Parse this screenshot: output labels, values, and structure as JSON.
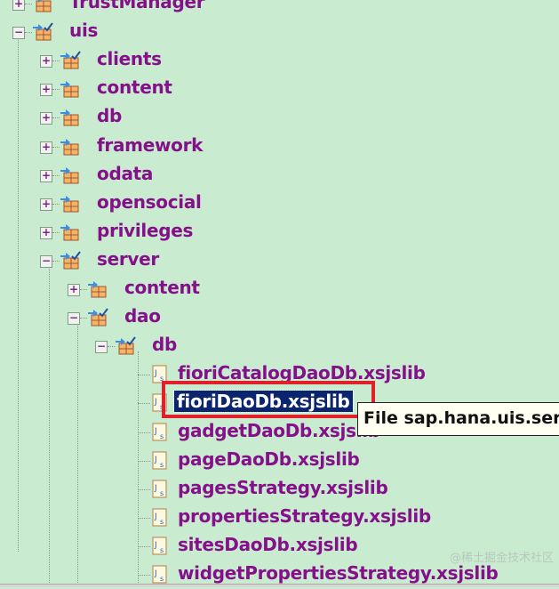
{
  "tree": [
    {
      "label": "TrustManager",
      "level": 0,
      "type": "folder",
      "state": "collapsed",
      "checked": false,
      "clipped": true
    },
    {
      "label": "uis",
      "level": 0,
      "type": "folder",
      "state": "expanded",
      "checked": true
    },
    {
      "label": "clients",
      "level": 1,
      "type": "folder",
      "state": "collapsed",
      "checked": true
    },
    {
      "label": "content",
      "level": 1,
      "type": "folder",
      "state": "collapsed",
      "checked": false
    },
    {
      "label": "db",
      "level": 1,
      "type": "folder",
      "state": "collapsed",
      "checked": false
    },
    {
      "label": "framework",
      "level": 1,
      "type": "folder",
      "state": "collapsed",
      "checked": false
    },
    {
      "label": "odata",
      "level": 1,
      "type": "folder",
      "state": "collapsed",
      "checked": false
    },
    {
      "label": "opensocial",
      "level": 1,
      "type": "folder",
      "state": "collapsed",
      "checked": false
    },
    {
      "label": "privileges",
      "level": 1,
      "type": "folder",
      "state": "collapsed",
      "checked": false
    },
    {
      "label": "server",
      "level": 1,
      "type": "folder",
      "state": "expanded",
      "checked": true
    },
    {
      "label": "content",
      "level": 2,
      "type": "folder",
      "state": "collapsed",
      "checked": false
    },
    {
      "label": "dao",
      "level": 2,
      "type": "folder",
      "state": "expanded",
      "checked": true
    },
    {
      "label": "db",
      "level": 3,
      "type": "folder",
      "state": "expanded",
      "checked": true
    },
    {
      "label": "fioriCatalogDaoDb.xsjslib",
      "level": 4,
      "type": "file"
    },
    {
      "label": "fioriDaoDb.xsjslib",
      "level": 4,
      "type": "file",
      "selected": true
    },
    {
      "label": "gadgetDaoDb.xsjslib",
      "level": 4,
      "type": "file"
    },
    {
      "label": "pageDaoDb.xsjslib",
      "level": 4,
      "type": "file"
    },
    {
      "label": "pagesStrategy.xsjslib",
      "level": 4,
      "type": "file"
    },
    {
      "label": "propertiesStrategy.xsjslib",
      "level": 4,
      "type": "file"
    },
    {
      "label": "sitesDaoDb.xsjslib",
      "level": 4,
      "type": "file"
    },
    {
      "label": "widgetPropertiesStrategy.xsjslib",
      "level": 4,
      "type": "file"
    }
  ],
  "tooltip": "File sap.hana.uis.server.dao.db",
  "watermark": "@稀土掘金技术社区",
  "colors": {
    "background": "#c9ecd1",
    "label": "#85108a",
    "selection": "#0a2470",
    "highlight_box": "#e0202a"
  }
}
